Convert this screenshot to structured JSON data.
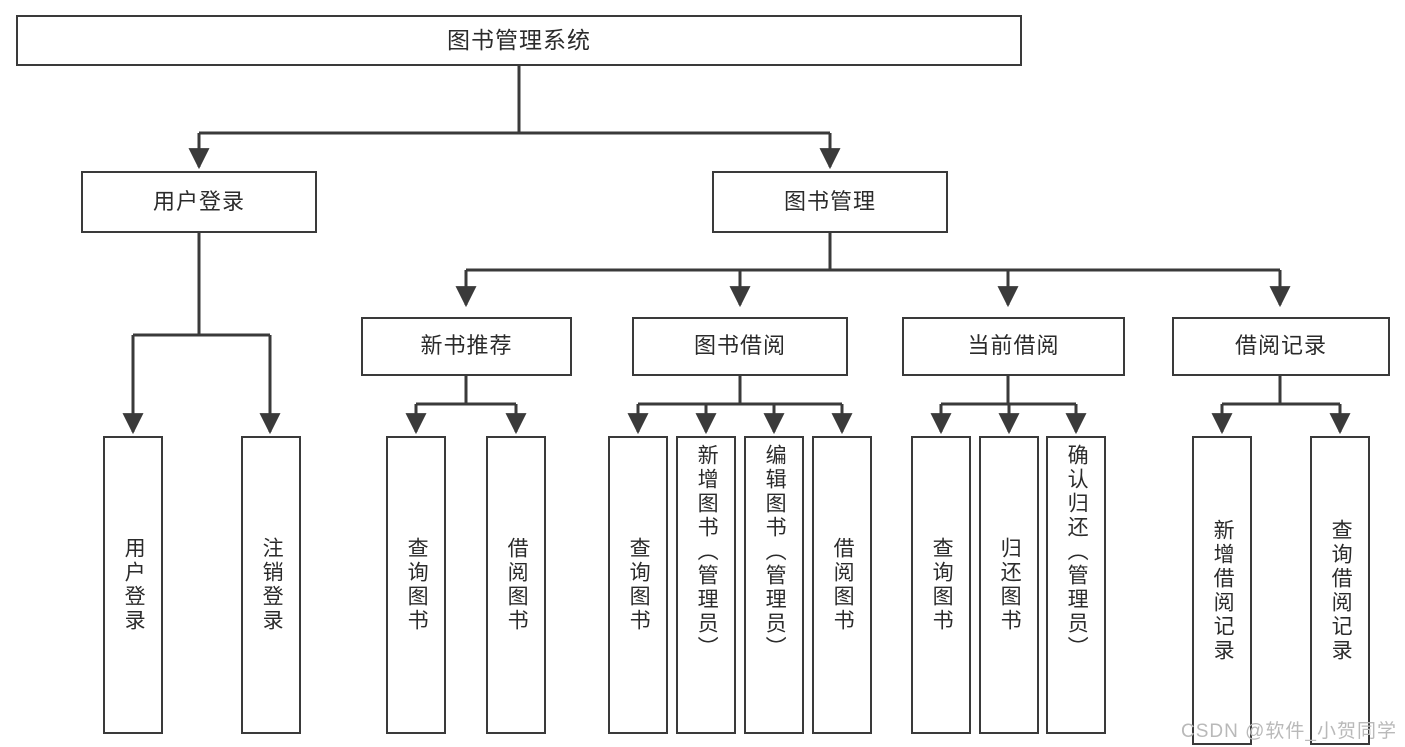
{
  "diagram": {
    "type": "tree",
    "title": "图书管理系统",
    "watermark": "CSDN @软件_小贺同学",
    "colors": {
      "box_border": "#3a3a3a",
      "box_fill": "#ffffff",
      "edge": "#3a3a3a",
      "text": "#2b2b2b",
      "watermark": "#b9b9b9"
    }
  },
  "nodes": {
    "root": {
      "label": "图书管理系统"
    },
    "level1": [
      {
        "label": "用户登录"
      },
      {
        "label": "图书管理"
      }
    ],
    "level2": [
      {
        "label": "新书推荐"
      },
      {
        "label": "图书借阅"
      },
      {
        "label": "当前借阅"
      },
      {
        "label": "借阅记录"
      }
    ],
    "leaves": {
      "user_login": [
        {
          "label": "用户登录"
        },
        {
          "label": "注销登录"
        }
      ],
      "new_book": [
        {
          "label": "查询图书"
        },
        {
          "label": "借阅图书"
        }
      ],
      "book_borrow": [
        {
          "label": "查询图书"
        },
        {
          "label": "新增图书（管理员）"
        },
        {
          "label": "编辑图书（管理员）"
        },
        {
          "label": "借阅图书"
        }
      ],
      "current_borrow": [
        {
          "label": "查询图书"
        },
        {
          "label": "归还图书"
        },
        {
          "label": "确认归还（管理员）"
        }
      ],
      "borrow_record": [
        {
          "label": "新增借阅记录"
        },
        {
          "label": "查询借阅记录"
        }
      ]
    }
  }
}
